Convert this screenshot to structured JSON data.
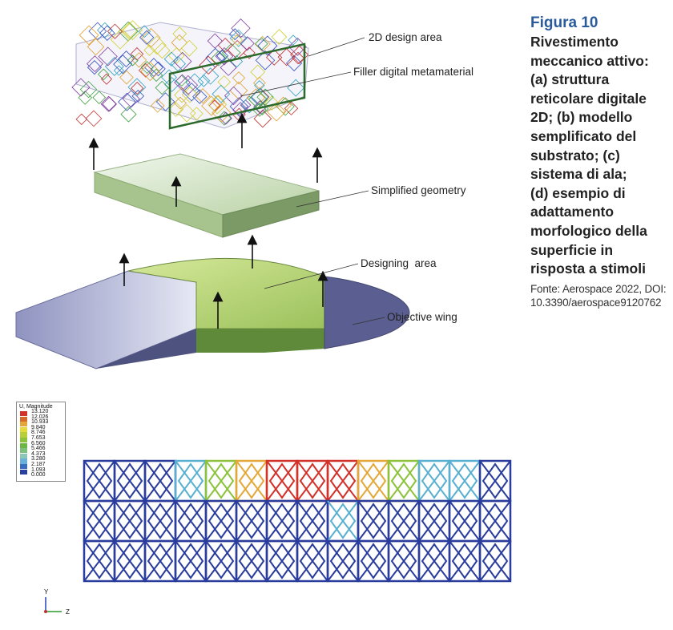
{
  "caption": {
    "title": "Figura 10",
    "lines": [
      "Rivestimento",
      "meccanico attivo:",
      "(a) struttura",
      "reticolare digitale",
      "2D; (b) modello",
      "semplificato del",
      "substrato; (c)",
      "sistema di ala;",
      "(d) esempio di",
      "adattamento",
      "morfologico della",
      "superficie in",
      "risposta a stimoli"
    ],
    "source_lines": [
      "Fonte:  Aerospace 2022, DOI:",
      "10.3390/aerospace9120762"
    ]
  },
  "diagram_labels": {
    "design_area_2d": "2D design area",
    "filler": "Filler digital metamaterial",
    "simplified": "Simplified geometry",
    "designing": "Designing  area",
    "objective": "Objective wing"
  },
  "legend": {
    "title": "U, Magnitude",
    "values": [
      "13.120",
      "12.026",
      "10.933",
      "9.840",
      "8.746",
      "7.653",
      "6.560",
      "5.466",
      "4.373",
      "3.280",
      "2.187",
      "1.093",
      "0.000"
    ],
    "colors": [
      "#d2322a",
      "#d66a2a",
      "#e4a83a",
      "#e6d93a",
      "#b8cf3a",
      "#8cc23c",
      "#6cb646",
      "#7cc07a",
      "#8cc6b8",
      "#6ab0d8",
      "#3c6cc0",
      "#2a40a0"
    ]
  },
  "axes": {
    "y": "Y",
    "z": "Z"
  }
}
